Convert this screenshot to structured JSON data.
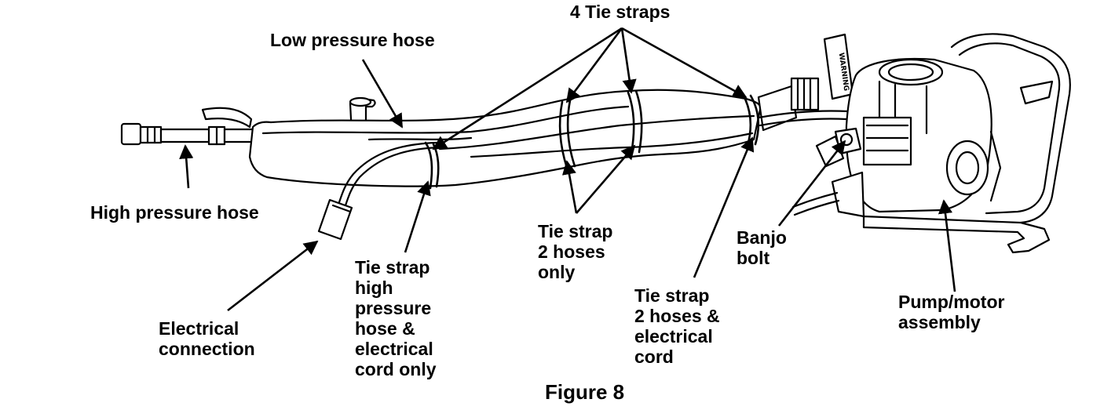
{
  "labels": {
    "tie_straps_4": "4 Tie straps",
    "low_pressure_hose": "Low pressure hose",
    "high_pressure_hose": "High pressure hose",
    "electrical_connection": "Electrical\nconnection",
    "tie_strap_high_pressure": "Tie strap\nhigh\npressure\nhose &\nelectrical\ncord only",
    "tie_strap_2_hoses_only": "Tie strap\n2 hoses\nonly",
    "tie_strap_2_hoses_cord": "Tie strap\n2 hoses &\nelectrical\ncord",
    "banjo_bolt": "Banjo\nbolt",
    "pump_motor_assembly": "Pump/motor\nassembly"
  },
  "warning_tag": "WARNING",
  "caption": "Figure 8"
}
